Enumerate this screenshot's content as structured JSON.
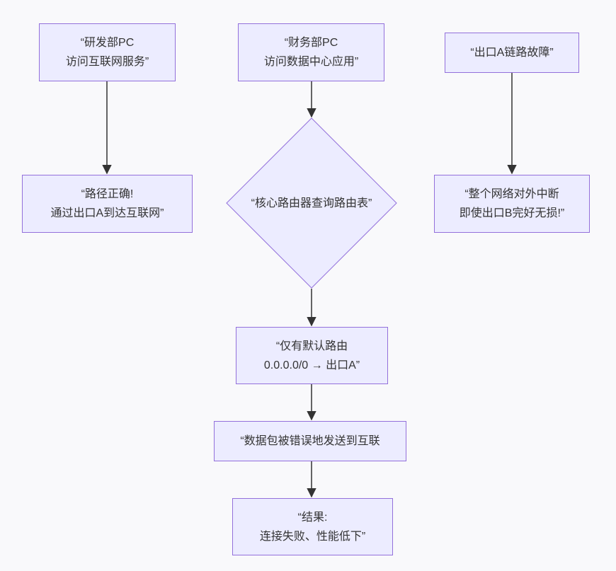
{
  "diagram": {
    "type": "flowchart",
    "direction": "top-down",
    "colors": {
      "background": "#F9F9FB",
      "node_fill": "#ECECFF",
      "node_border": "#9370DB",
      "line_color": "#333333",
      "text_color": "#333333"
    },
    "nodes": {
      "rd_pc": {
        "label": "“研发部PC\n访问互联网服务”",
        "shape": "rect"
      },
      "finance_pc": {
        "label": "“财务部PC\n访问数据中心应用”",
        "shape": "rect"
      },
      "link_failure": {
        "label": "“出口A链路故障”",
        "shape": "rect"
      },
      "path_correct": {
        "label": "“路径正确!\n通过出口A到达互联网”",
        "shape": "rect"
      },
      "router_lookup": {
        "label": "“核心路由器查询路由表”",
        "shape": "diamond"
      },
      "network_down": {
        "label": "“整个网络对外中断\n即使出口B完好无损!”",
        "shape": "rect"
      },
      "default_route": {
        "label": "“仅有默认路由\n0.0.0.0/0 → 出口A”",
        "shape": "rect"
      },
      "wrong_send": {
        "label": "“数据包被错误地发送到互联",
        "shape": "rect"
      },
      "result": {
        "label": "“结果:\n连接失败、性能低下”",
        "shape": "rect"
      }
    },
    "edges": [
      {
        "from": "rd_pc",
        "to": "path_correct"
      },
      {
        "from": "finance_pc",
        "to": "router_lookup"
      },
      {
        "from": "link_failure",
        "to": "network_down"
      },
      {
        "from": "router_lookup",
        "to": "default_route"
      },
      {
        "from": "default_route",
        "to": "wrong_send"
      },
      {
        "from": "wrong_send",
        "to": "result"
      }
    ]
  }
}
